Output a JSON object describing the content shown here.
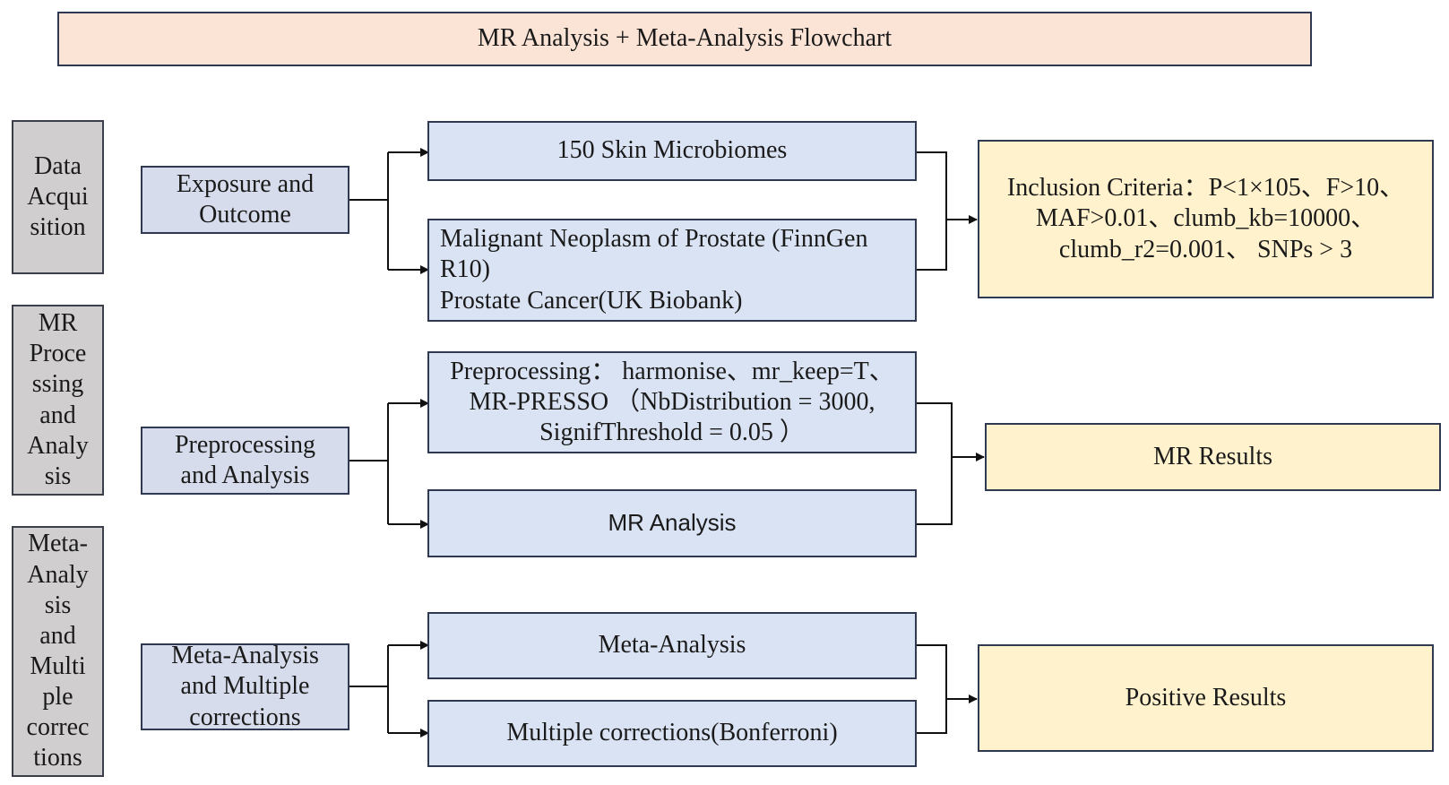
{
  "title": "MR Analysis + Meta-Analysis Flowchart",
  "stages": [
    {
      "lines": [
        "Data",
        "Acqui",
        "sition"
      ]
    },
    {
      "lines": [
        "MR",
        "Proce",
        "ssing",
        "and",
        "Analy",
        "sis"
      ]
    },
    {
      "lines": [
        "Meta-",
        "Analy",
        "sis",
        "and",
        "Multi",
        "ple",
        "correc",
        "tions"
      ]
    }
  ],
  "steps": [
    {
      "lines": [
        "Exposure and",
        "Outcome"
      ]
    },
    {
      "lines": [
        "Preprocessing",
        "and Analysis"
      ]
    },
    {
      "lines": [
        "Meta-Analysis",
        "and Multiple",
        "corrections"
      ]
    }
  ],
  "details": {
    "skin": "150 Skin Microbiomes",
    "prostate": [
      "Malignant Neoplasm of Prostate (FinnGen",
      "R10)",
      "Prostate Cancer(UK Biobank)"
    ],
    "preprocessing": [
      "Preprocessing：  harmonise、mr_keep=T、",
      "MR-PRESSO （NbDistribution = 3000,",
      "SignifThreshold = 0.05 ）"
    ],
    "mr_analysis": "MR Analysis",
    "meta_analysis": "Meta-Analysis",
    "multiple_corrections": "Multiple corrections(Bonferroni)"
  },
  "results": {
    "inclusion": [
      "Inclusion Criteria：P<1×105、F>10、",
      "MAF>0.01、clumb_kb=10000、",
      "clumb_r2=0.001、 SNPs > 3"
    ],
    "mr_results": "MR Results",
    "positive_results": "Positive Results"
  },
  "colors": {
    "title_fill": "#fbe3d6",
    "stage_fill": "#d0cece",
    "step_fill": "#d6dceb",
    "detail_fill": "#dae3f3",
    "result_fill": "#fff2cc",
    "border": "#2f3a52"
  }
}
